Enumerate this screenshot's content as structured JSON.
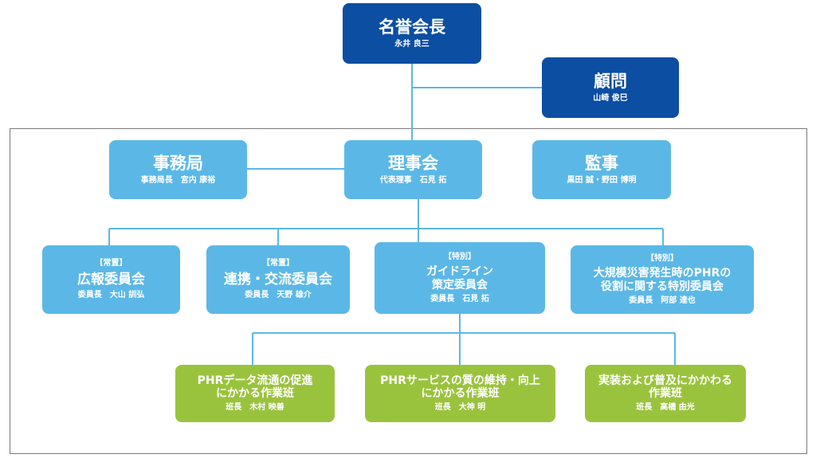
{
  "honorary": {
    "title": "名誉会長",
    "person": "永井 良三"
  },
  "advisor": {
    "title": "顧問",
    "person": "山崎 俊巳"
  },
  "secretariat": {
    "title": "事務局",
    "person": "事務局長　宮内 康裕"
  },
  "board": {
    "title": "理事会",
    "person": "代表理事　石見 拓"
  },
  "auditor": {
    "title": "監事",
    "person": "黒田 誠・野田 博明"
  },
  "committees": [
    {
      "tag": "【常置】",
      "title": "広報委員会",
      "person": "委員長　大山 訓弘"
    },
    {
      "tag": "【常置】",
      "title": "連携・交流委員会",
      "person": "委員長　天野 雄介"
    },
    {
      "tag": "【特別】",
      "title_line1": "ガイドライン",
      "title_line2": "策定委員会",
      "person": "委員長　石見 拓"
    },
    {
      "tag": "【特別】",
      "title_line1": "大規模災害発生時のPHRの",
      "title_line2": "役割に関する特別委員会",
      "person": "委員長　阿部 達也"
    }
  ],
  "working_groups": [
    {
      "title_line1": "PHRデータ流通の促進",
      "title_line2": "にかかる作業班",
      "person": "班長　木村 映善"
    },
    {
      "title_line1": "PHRサービスの質の維持・向上",
      "title_line2": "にかかる作業班",
      "person": "班長　大神 明"
    },
    {
      "title_line1": "実装および普及にかかわる",
      "title_line2": "作業班",
      "person": "班長　高橋 由光"
    }
  ],
  "colors": {
    "dark": "#0b4ea2",
    "light": "#5bb8e6",
    "green": "#9ac33d",
    "line": "#5bb8e6"
  }
}
